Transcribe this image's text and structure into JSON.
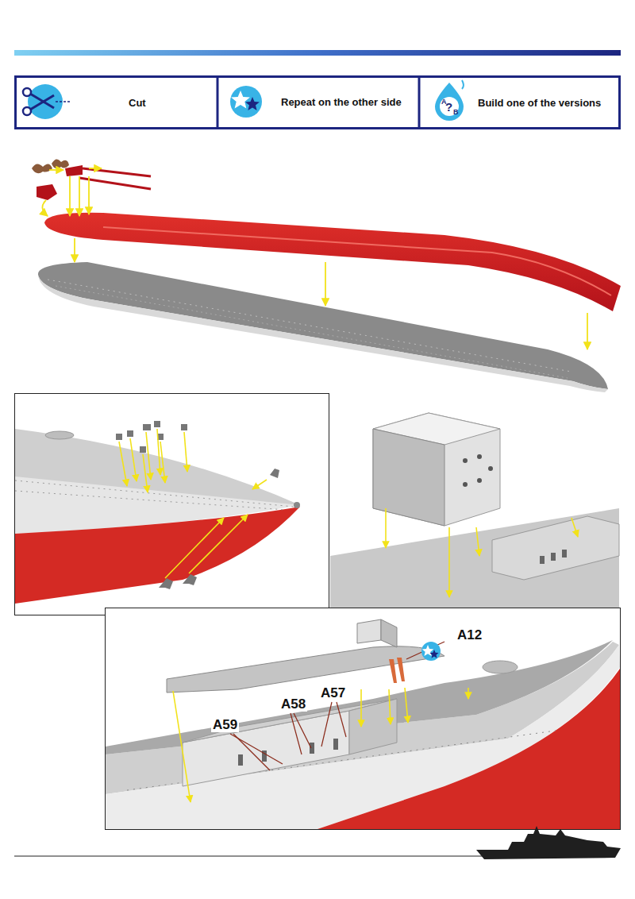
{
  "diagram": {
    "labels": [
      "A",
      "?",
      "B",
      "A12",
      "A58",
      "A57",
      "A59"
    ],
    "legend": [
      {
        "text": "Cut"
      },
      {
        "text": "Repeat on the other side"
      },
      {
        "text": "Build one of the versions"
      }
    ]
  }
}
